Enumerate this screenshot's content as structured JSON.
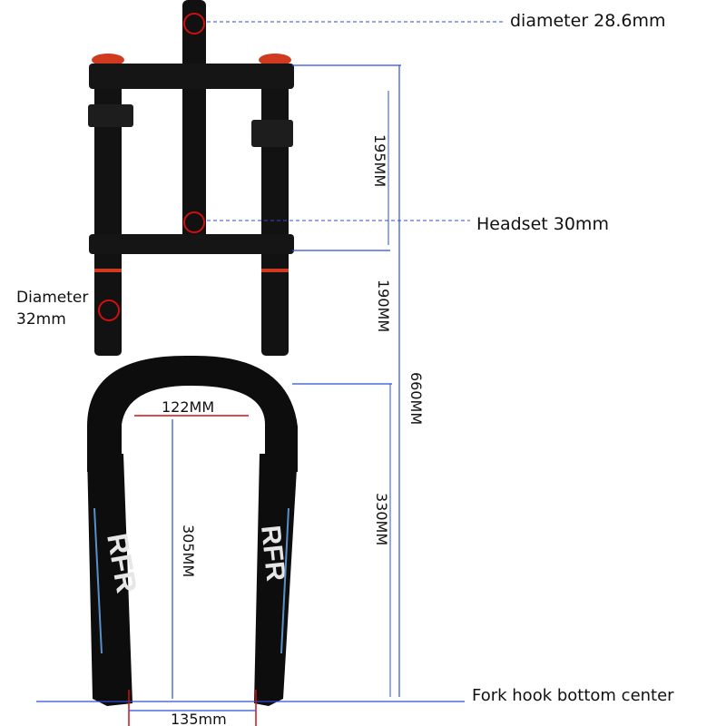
{
  "callouts": {
    "steerer_diameter": "diameter 28.6mm",
    "headset": "Headset 30mm",
    "stanchion_diameter_line1": "Diameter",
    "stanchion_diameter_line2": "32mm",
    "fork_hook": "Fork hook bottom center"
  },
  "dimensions": {
    "crown_spacing": "195MM",
    "lower_crown_to_arch": "190MM",
    "total_length": "660MM",
    "arch_to_dropout": "330MM",
    "inner_width": "122MM",
    "inner_height": "305MM",
    "axle_width": "135mm"
  },
  "fork_graphics": {
    "brand_mark": "RFR"
  },
  "colors": {
    "dimension_line": "#2b4fd8",
    "fork_body": "#0d0d0d",
    "highlight_circle": "#d01010",
    "crown_cap": "#d23a20"
  }
}
